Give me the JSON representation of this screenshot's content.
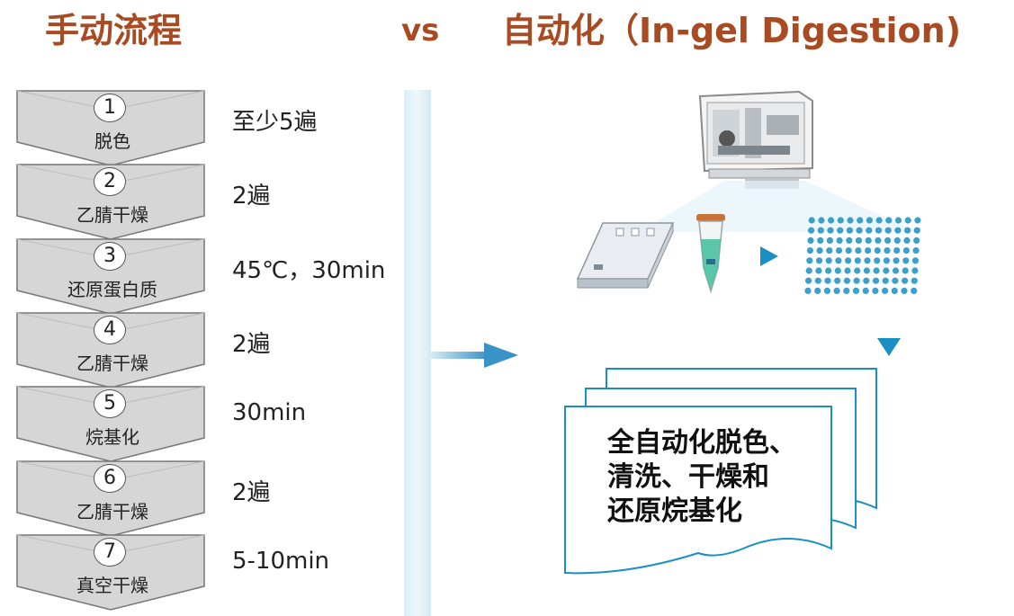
{
  "header": {
    "left_title": "手动流程",
    "vs_label": "vs",
    "right_title": "自动化（In-gel Digestion)"
  },
  "steps": [
    {
      "number": "1",
      "name": "脱色",
      "detail": "至少5遍"
    },
    {
      "number": "2",
      "name": "乙腈干燥",
      "detail": "2遍"
    },
    {
      "number": "3",
      "name": "还原蛋白质",
      "detail": "45℃，30min"
    },
    {
      "number": "4",
      "name": "乙腈干燥",
      "detail": "2遍"
    },
    {
      "number": "5",
      "name": "烷基化",
      "detail": "30min"
    },
    {
      "number": "6",
      "name": "乙腈干燥",
      "detail": "2遍"
    },
    {
      "number": "7",
      "name": "真空干燥",
      "detail": "5-10min"
    }
  ],
  "automation": {
    "result_lines": [
      "全自动化脱色、",
      "清洗、干燥和",
      "还原烷基化"
    ]
  },
  "colors": {
    "title": "#a84a22",
    "chevron_fill": "#d6d6d6",
    "accent_blue": "#1a8fc4",
    "tube_green": "#3fbf9a"
  }
}
